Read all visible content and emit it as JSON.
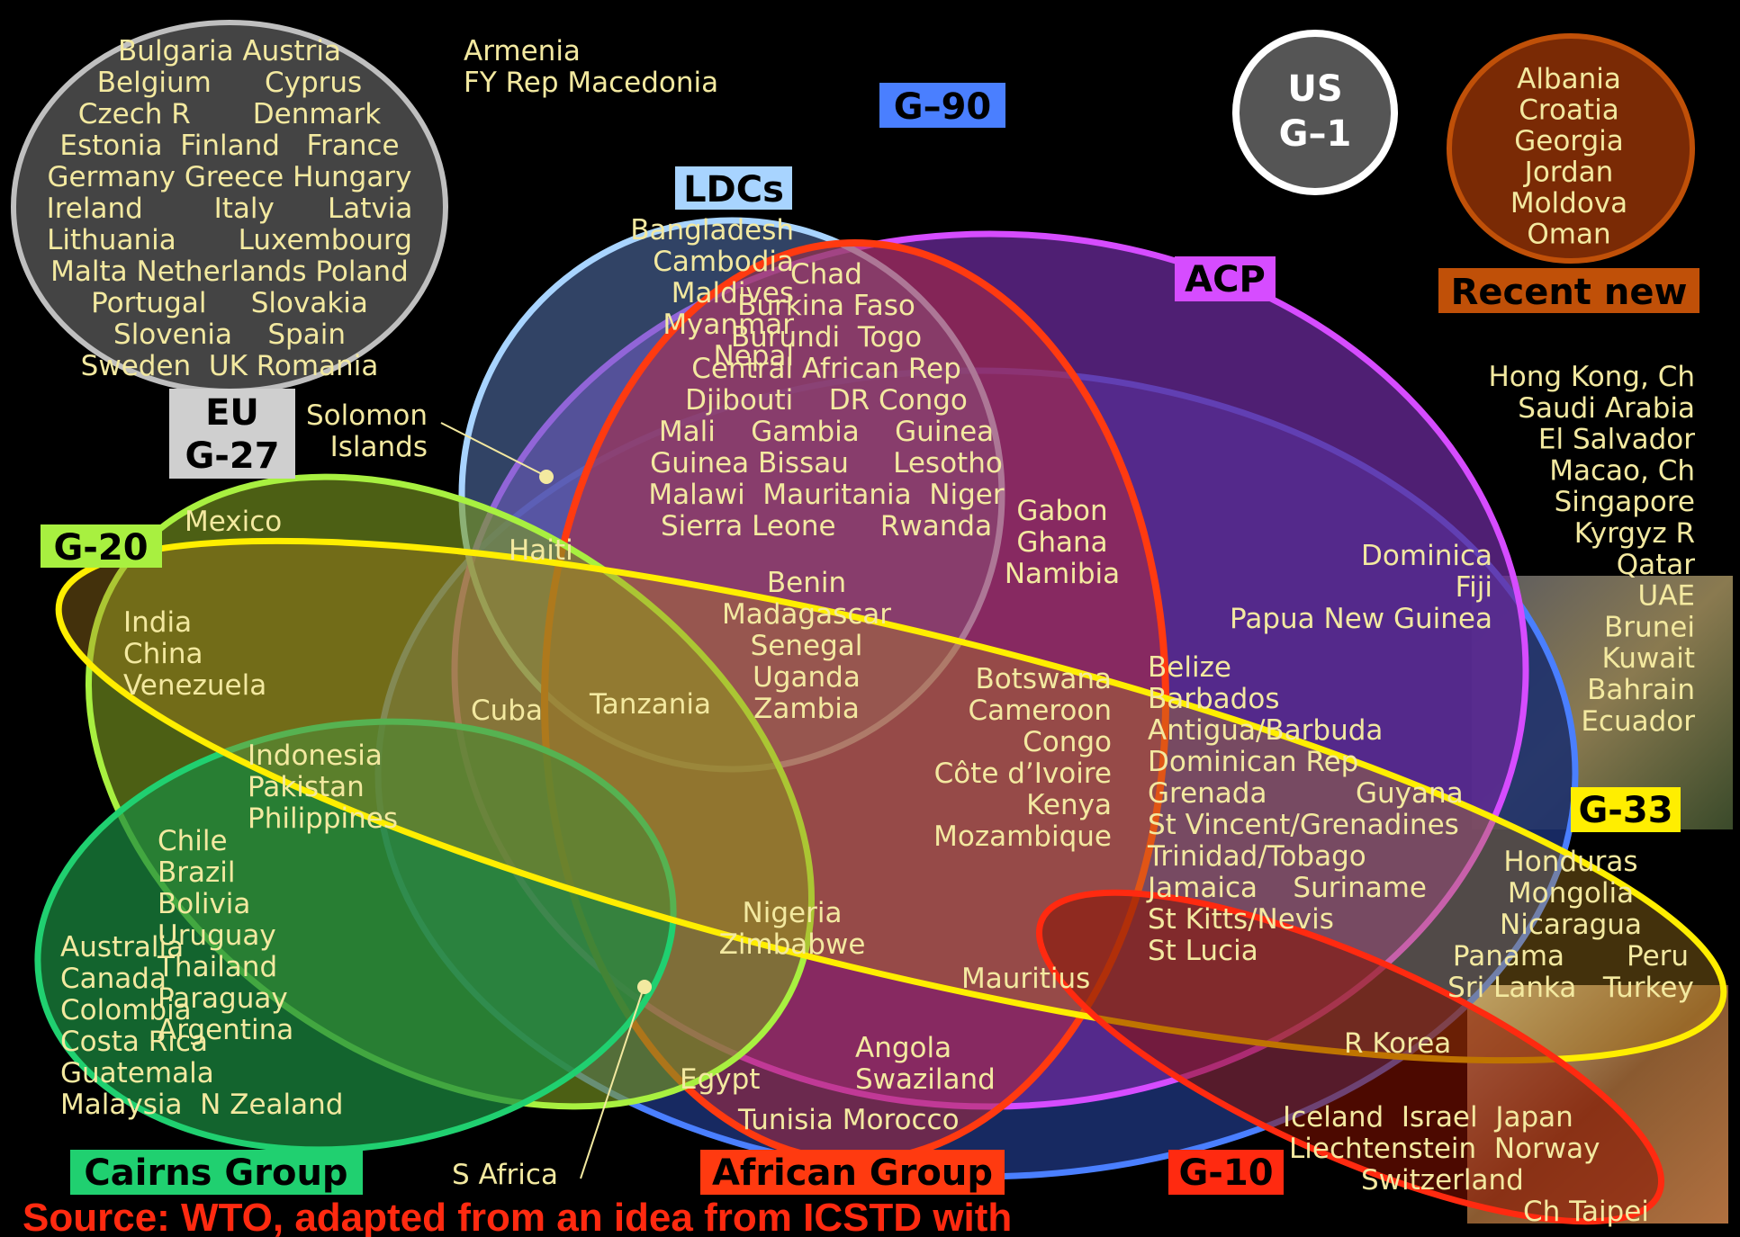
{
  "colors": {
    "eu": "#bfbfbf",
    "g90": "#4a7fff",
    "ldcs": "#a8d4ff",
    "acp": "#d64cff",
    "african": "#ff3a10",
    "g20": "#a8f040",
    "cairns": "#20d070",
    "g33": "#ffee00",
    "g10": "#ff2a10",
    "recent": "#c05008",
    "us": "#ffffff",
    "text": "#f3e9a0"
  },
  "groups": {
    "eu": "EU\nG-27",
    "g90": "G–90",
    "ldcs": "LDCs",
    "acp": "ACP",
    "african": "African Group",
    "g20": "G-20",
    "cairns": "Cairns Group",
    "g33": "G-33",
    "g10": "G-10",
    "us": "US\nG–1",
    "recent": "Recent new"
  },
  "countries": {
    "eu": [
      "Bulgaria Austria",
      "Belgium      Cyprus",
      "Czech R       Denmark",
      "Estonia  Finland   France",
      "Germany Greece Hungary",
      "Ireland        Italy      Latvia",
      "Lithuania       Luxembourg",
      "Malta Netherlands Poland",
      "Portugal     Slovakia",
      "Slovenia    Spain",
      "Sweden  UK Romania"
    ],
    "armenia": [
      "Armenia",
      "FY Rep Macedonia"
    ],
    "recent": [
      "Albania",
      "Croatia",
      "Georgia",
      "Jordan",
      "Moldova",
      "Oman"
    ],
    "solomon": [
      "Solomon",
      "Islands"
    ],
    "ldcs_only": [
      "Bangladesh",
      "Cambodia",
      "Maldives",
      "Myanmar",
      "Nepal"
    ],
    "ldc_acp_african": [
      "Chad",
      "Burkina Faso",
      "Burundi  Togo",
      "Central African Rep",
      "Djibouti    DR Congo",
      "Mali    Gambia    Guinea",
      "Guinea Bissau     Lesotho",
      "Malawi  Mauritania  Niger",
      "Sierra Leone     Rwanda"
    ],
    "gabon": [
      "Gabon",
      "Ghana",
      "Namibia"
    ],
    "others": [
      "Hong Kong, Ch",
      "Saudi Arabia",
      "El Salvador",
      "Macao, Ch",
      "Singapore",
      "Kyrgyz R",
      "Qatar",
      "UAE",
      "Brunei",
      "Kuwait",
      "Bahrain",
      "Ecuador"
    ],
    "acp_g33": [
      "Dominica",
      "Fiji",
      "Papua New Guinea"
    ],
    "mexico": "Mexico",
    "haiti": "Haiti",
    "g20_only": [
      "India",
      "China",
      "Venezuela"
    ],
    "benin": [
      "Benin",
      "Madagascar",
      "Senegal",
      "Uganda",
      "Zambia"
    ],
    "cuba": "Cuba",
    "tanzania": "Tanzania",
    "botswana": [
      "Botswana",
      "Cameroon",
      "Congo",
      "Côte d’Ivoire",
      "Kenya",
      "Mozambique"
    ],
    "caribbean": [
      "Belize",
      "Barbados",
      "Antigua/Barbuda",
      "Dominican Rep",
      "Grenada          Guyana",
      "St Vincent/Grenadines",
      "Trinidad/Tobago",
      "Jamaica    Suriname",
      "St Kitts/Nevis",
      "St Lucia"
    ],
    "indonesia": [
      "Indonesia",
      "Pakistan",
      "Philippines"
    ],
    "chile": [
      "Chile",
      "Brazil",
      "Bolivia",
      "Uruguay",
      "Thailand",
      "Paraguay",
      "Argentina"
    ],
    "cairns_only": [
      "Australia",
      "Canada",
      "Colombia",
      "Costa Rica",
      "Guatemala",
      "Malaysia  N Zealand"
    ],
    "nigeria": [
      "Nigeria",
      "Zimbabwe"
    ],
    "mauritius": "Mauritius",
    "honduras": [
      "Honduras",
      "Mongolia",
      "Nicaragua",
      "Panama       Peru",
      "Sri Lanka   Turkey"
    ],
    "egypt": "Egypt",
    "angola": [
      "Angola",
      "Swaziland"
    ],
    "tunisia": "Tunisia Morocco",
    "rkorea": "R Korea",
    "g10_only": [
      "Iceland  Israel  Japan",
      "Liechtenstein  Norway",
      "Switzerland",
      "Ch Taipei"
    ],
    "safrica": "S Africa"
  },
  "source": "Source: WTO, adapted from an idea from ICSTD with"
}
